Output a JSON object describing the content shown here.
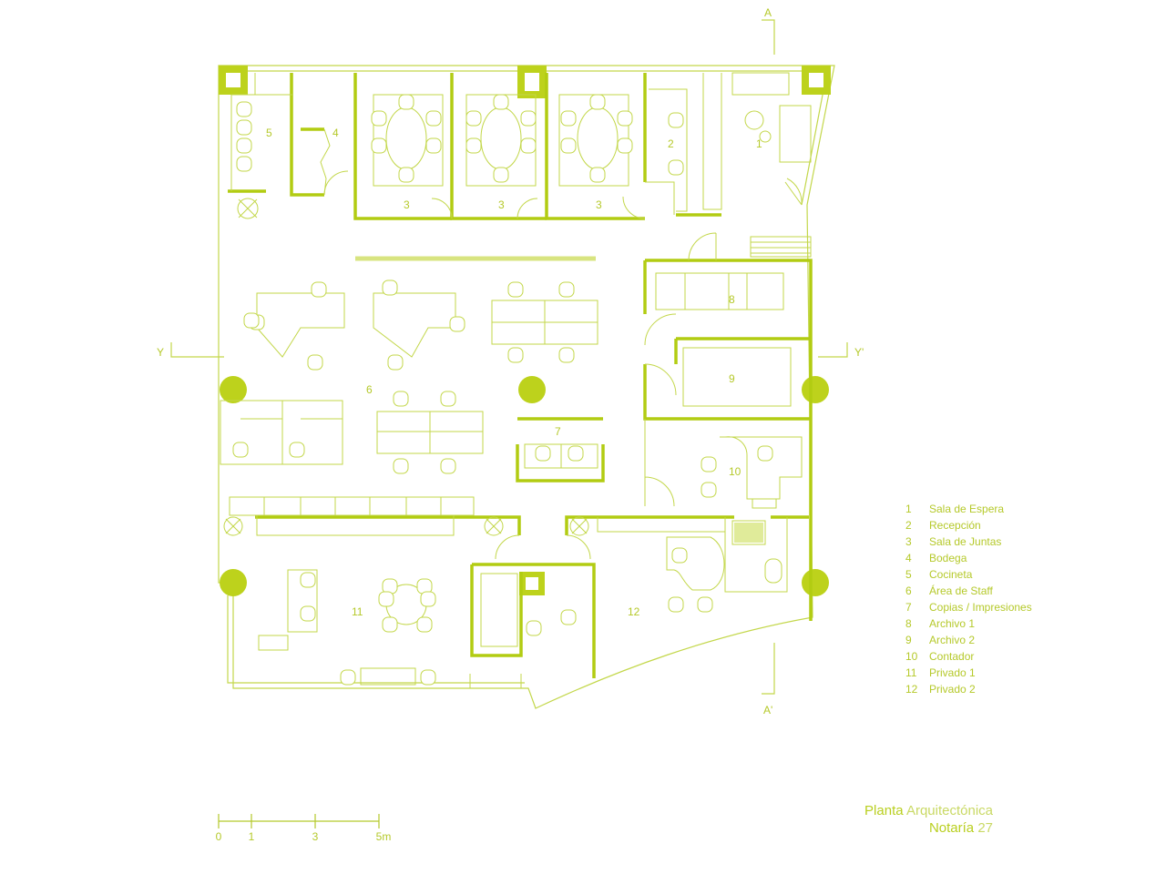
{
  "colors": {
    "line": "#c3d74a",
    "heavy": "#b2cc12",
    "text": "#b5c92a",
    "column": "#bdd21c"
  },
  "rooms": [
    {
      "number": "1",
      "name": "Sala de Espera"
    },
    {
      "number": "2",
      "name": "Recepción"
    },
    {
      "number": "3",
      "name": "Sala de Juntas"
    },
    {
      "number": "4",
      "name": "Bodega"
    },
    {
      "number": "5",
      "name": "Cocineta"
    },
    {
      "number": "6",
      "name": "Área de Staff"
    },
    {
      "number": "7",
      "name": "Copias / Impresiones"
    },
    {
      "number": "8",
      "name": "Archivo 1"
    },
    {
      "number": "9",
      "name": "Archivo 2"
    },
    {
      "number": "10",
      "name": "Contador"
    },
    {
      "number": "11",
      "name": "Privado 1"
    },
    {
      "number": "12",
      "name": "Privado 2"
    }
  ],
  "plan_labels": [
    "1",
    "2",
    "3",
    "3",
    "3",
    "4",
    "5",
    "6",
    "7",
    "8",
    "9",
    "10",
    "11",
    "12"
  ],
  "section_marks": {
    "a_top": "A",
    "a_bottom": "A'",
    "y_left": "Y",
    "y_right": "Y'"
  },
  "scale": {
    "ticks": [
      "0",
      "1",
      "3",
      "5m"
    ]
  },
  "title": {
    "line1_strong": "Planta",
    "line1_light": "Arquitectónica",
    "line2_strong": "Notaría",
    "line2_light": "27"
  }
}
